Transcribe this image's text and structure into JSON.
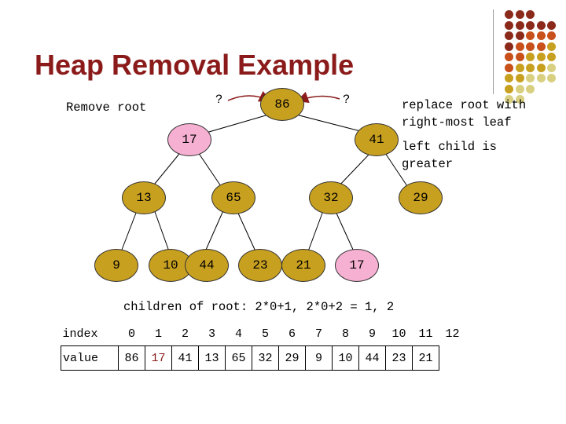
{
  "slide": {
    "title": "Heap Removal Example",
    "remove_root_label": "Remove root",
    "question_left": "?",
    "question_right": "?",
    "note_replace": [
      "replace root with",
      "right-most leaf"
    ],
    "note_greater": [
      "left child is",
      "greater"
    ],
    "children_formula": "children of root: 2*0+1, 2*0+2 = 1, 2"
  },
  "colors": {
    "title": "#8b1a1a",
    "node_fill": "#c8a020",
    "highlight_fill": "#f6b0d2",
    "arrow": "#8b1a1a"
  },
  "tree": {
    "root": "86",
    "left": "17",
    "right": "41",
    "n13": "13",
    "n65": "65",
    "n32": "32",
    "n29": "29",
    "n9": "9",
    "n10": "10",
    "n44": "44",
    "n23": "23",
    "n21": "21",
    "n17b": "17"
  },
  "table": {
    "index_header": "index",
    "value_header": "value",
    "indices": [
      "0",
      "1",
      "2",
      "3",
      "4",
      "5",
      "6",
      "7",
      "8",
      "9",
      "10",
      "11",
      "12"
    ],
    "values": [
      "86",
      "17",
      "41",
      "13",
      "65",
      "32",
      "29",
      "9",
      "10",
      "44",
      "23",
      "21",
      ""
    ]
  },
  "decoration": {
    "dot_grid_colors": [
      "#8b2a1a",
      "#c8501a",
      "#c8a020",
      "#d8d080"
    ]
  }
}
